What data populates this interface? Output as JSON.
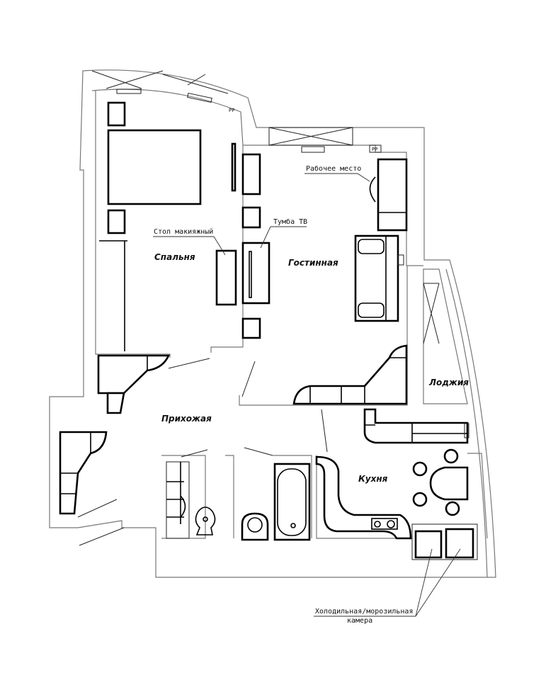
{
  "plan": {
    "rooms": {
      "bedroom": "Спальня",
      "living": "Гостинная",
      "hallway": "Прихожая",
      "kitchen": "Кухня",
      "loggia": "Лоджия"
    },
    "notes": {
      "makeup_table": "Стол макияжный",
      "tv_stand": "Тумба ТВ",
      "workplace": "Рабочее место",
      "fridge_line1": "Холодильная/морозильная",
      "fridge_line2": "камера"
    },
    "marks": {
      "radiator_bedroom": "PP",
      "radiator_living": "PP"
    }
  }
}
